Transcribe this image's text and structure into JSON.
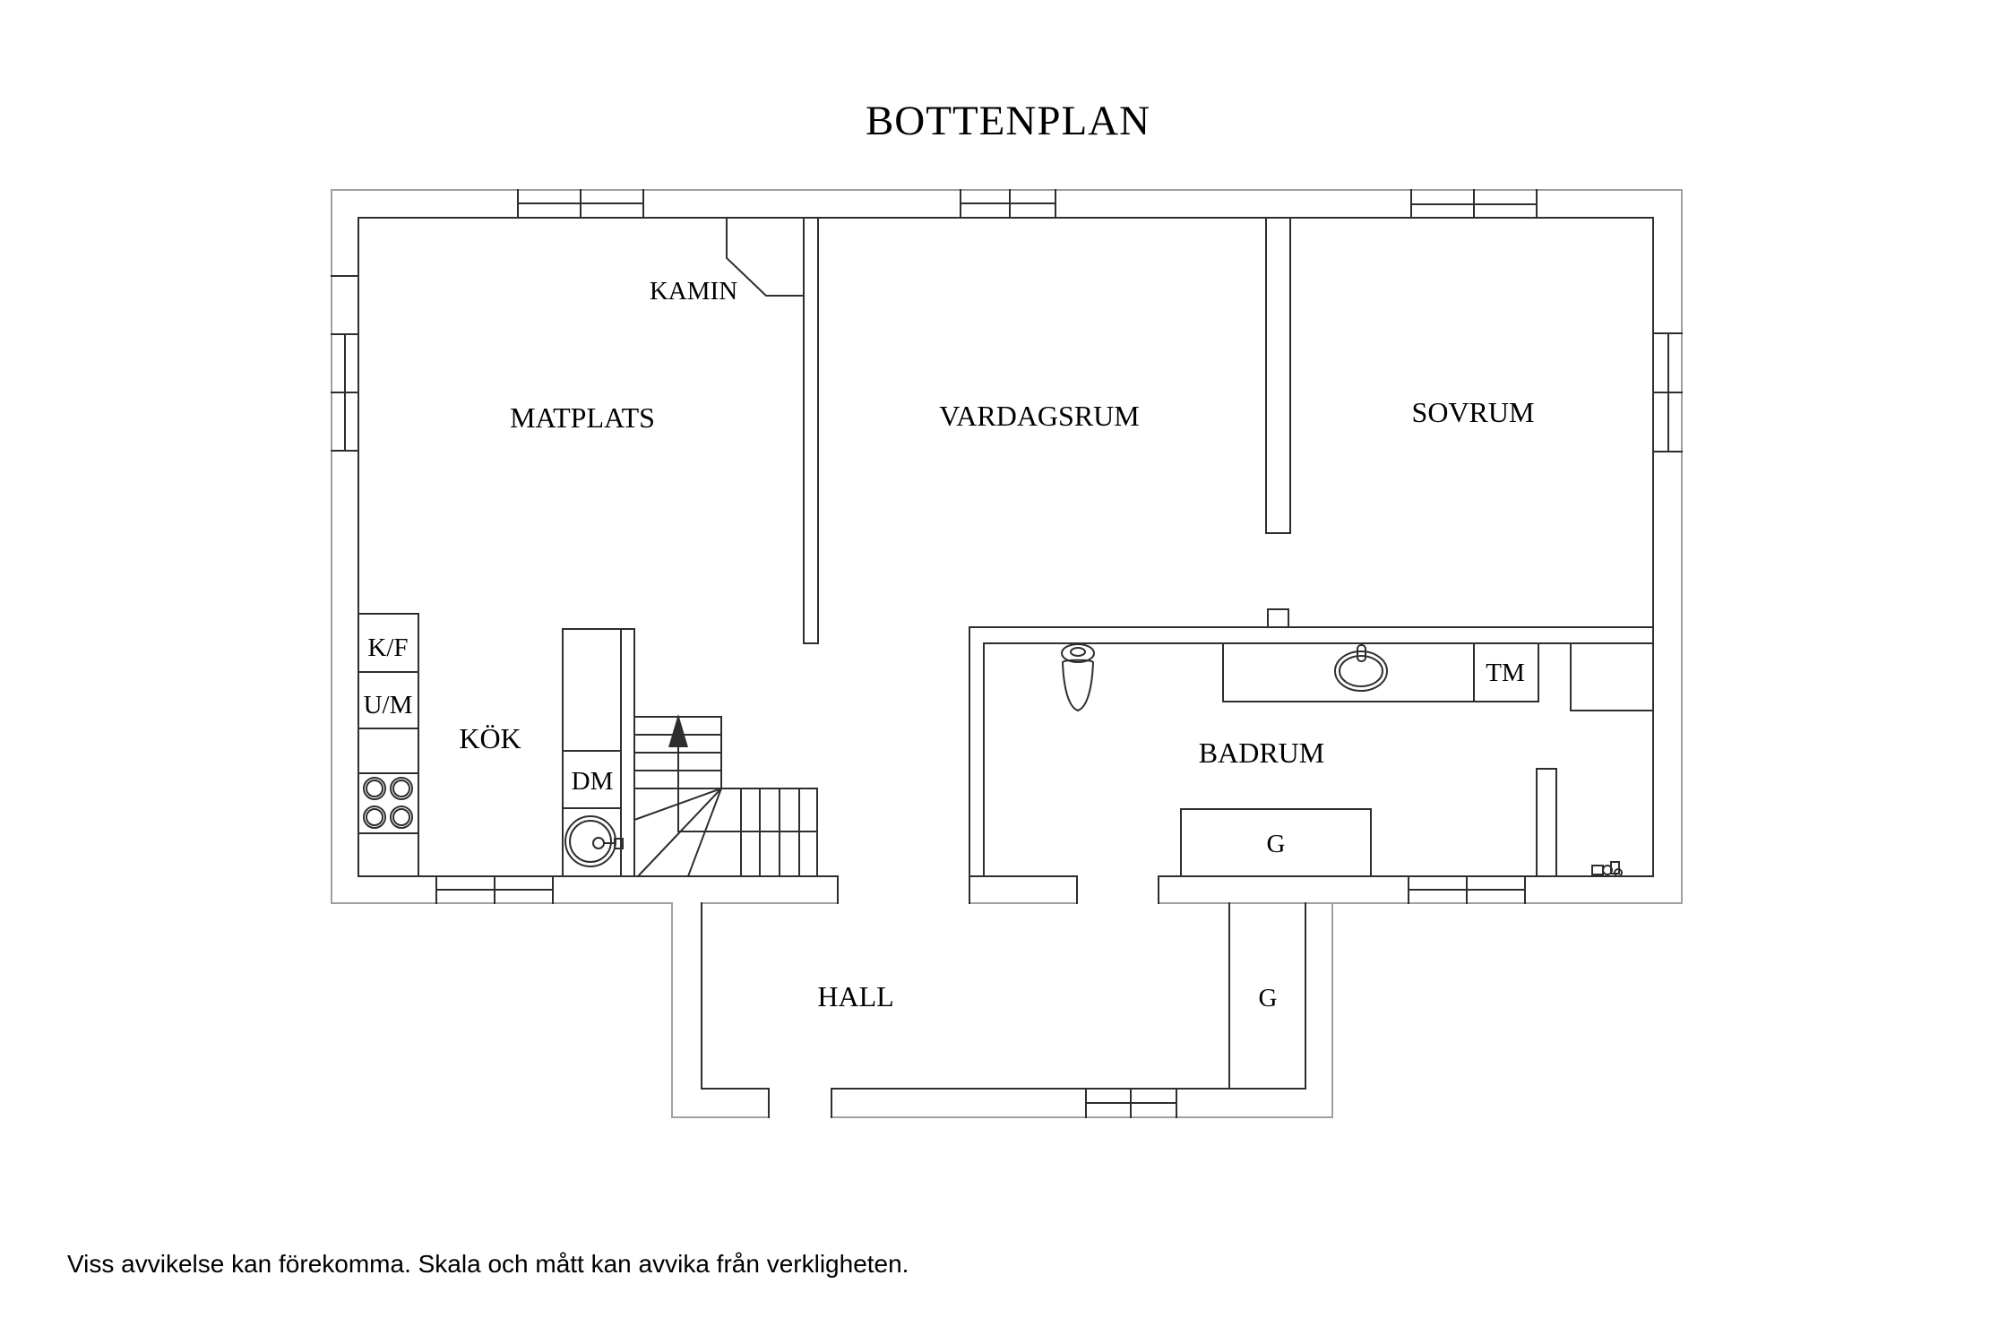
{
  "title": "BOTTENPLAN",
  "disclaimer": "Viss avvikelse kan förekomma. Skala och mått kan avvika från verkligheten.",
  "rooms": {
    "matplats": "MATPLATS",
    "vardagsrum": "VARDAGSRUM",
    "sovrum": "SOVRUM",
    "kok": "KÖK",
    "badrum": "BADRUM",
    "hall": "HALL"
  },
  "fixtures": {
    "kamin": "KAMIN",
    "fridge_freezer": "K/F",
    "oven_microwave": "U/M",
    "dishwasher": "DM",
    "washing_machine": "TM",
    "wardrobe_badrum": "G",
    "wardrobe_hall": "G"
  },
  "colors": {
    "background": "#ffffff",
    "line": "#2e2e2e",
    "outer_line": "#a0a0a0",
    "text": "#000000"
  }
}
